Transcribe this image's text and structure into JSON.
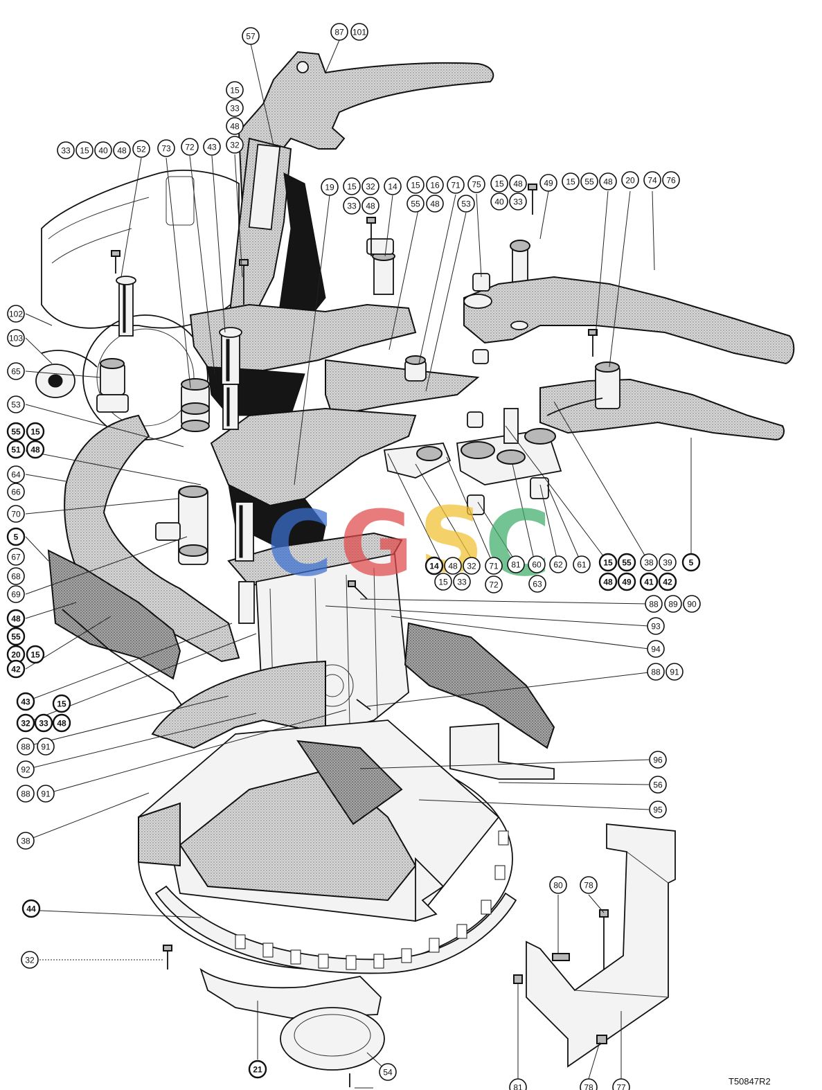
{
  "document": {
    "reference_code": "T50847R2",
    "watermark_letters": [
      "C",
      "G",
      "S",
      "C"
    ],
    "watermark_colors": [
      "#3b6fd0",
      "#e04a4a",
      "#f2c230",
      "#3fae6a"
    ]
  },
  "callouts": [
    {
      "id": "c-87",
      "text": "87"
    },
    {
      "id": "c-101",
      "text": "101"
    },
    {
      "id": "c-57",
      "text": "57"
    },
    {
      "id": "c-15a",
      "text": "15"
    },
    {
      "id": "c-33a",
      "text": "33"
    },
    {
      "id": "c-48a",
      "text": "48"
    },
    {
      "id": "c-32a",
      "text": "32"
    },
    {
      "id": "c-33b",
      "text": "33"
    },
    {
      "id": "c-15b",
      "text": "15"
    },
    {
      "id": "c-40a",
      "text": "40"
    },
    {
      "id": "c-48b",
      "text": "48"
    },
    {
      "id": "c-52",
      "text": "52"
    },
    {
      "id": "c-73",
      "text": "73"
    },
    {
      "id": "c-72a",
      "text": "72"
    },
    {
      "id": "c-43a",
      "text": "43"
    },
    {
      "id": "c-19",
      "text": "19"
    },
    {
      "id": "c-15c",
      "text": "15"
    },
    {
      "id": "c-32b",
      "text": "32"
    },
    {
      "id": "c-33c",
      "text": "33"
    },
    {
      "id": "c-48c",
      "text": "48"
    },
    {
      "id": "c-14a",
      "text": "14"
    },
    {
      "id": "c-15d",
      "text": "15"
    },
    {
      "id": "c-16",
      "text": "16"
    },
    {
      "id": "c-55a",
      "text": "55"
    },
    {
      "id": "c-48d",
      "text": "48"
    },
    {
      "id": "c-71a",
      "text": "71"
    },
    {
      "id": "c-75",
      "text": "75"
    },
    {
      "id": "c-53a",
      "text": "53"
    },
    {
      "id": "c-15e",
      "text": "15"
    },
    {
      "id": "c-48e",
      "text": "48"
    },
    {
      "id": "c-40b",
      "text": "40"
    },
    {
      "id": "c-33d",
      "text": "33"
    },
    {
      "id": "c-49a",
      "text": "49"
    },
    {
      "id": "c-15f",
      "text": "15"
    },
    {
      "id": "c-55b",
      "text": "55"
    },
    {
      "id": "c-48f",
      "text": "48"
    },
    {
      "id": "c-20a",
      "text": "20"
    },
    {
      "id": "c-74",
      "text": "74"
    },
    {
      "id": "c-76",
      "text": "76"
    },
    {
      "id": "c-102",
      "text": "102"
    },
    {
      "id": "c-103",
      "text": "103"
    },
    {
      "id": "c-65",
      "text": "65"
    },
    {
      "id": "c-53b",
      "text": "53"
    },
    {
      "id": "c-55c",
      "text": "55"
    },
    {
      "id": "c-15g",
      "text": "15"
    },
    {
      "id": "c-51",
      "text": "51"
    },
    {
      "id": "c-48g",
      "text": "48"
    },
    {
      "id": "c-64",
      "text": "64"
    },
    {
      "id": "c-66",
      "text": "66"
    },
    {
      "id": "c-70",
      "text": "70"
    },
    {
      "id": "c-5a",
      "text": "5"
    },
    {
      "id": "c-67",
      "text": "67"
    },
    {
      "id": "c-68",
      "text": "68"
    },
    {
      "id": "c-69",
      "text": "69"
    },
    {
      "id": "c-48h",
      "text": "48"
    },
    {
      "id": "c-55d",
      "text": "55"
    },
    {
      "id": "c-20b",
      "text": "20"
    },
    {
      "id": "c-15h",
      "text": "15"
    },
    {
      "id": "c-42a",
      "text": "42"
    },
    {
      "id": "c-43b",
      "text": "43"
    },
    {
      "id": "c-15i",
      "text": "15"
    },
    {
      "id": "c-32c",
      "text": "32"
    },
    {
      "id": "c-33e",
      "text": "33"
    },
    {
      "id": "c-48i",
      "text": "48"
    },
    {
      "id": "c-88a",
      "text": "88"
    },
    {
      "id": "c-91a",
      "text": "91"
    },
    {
      "id": "c-92",
      "text": "92"
    },
    {
      "id": "c-88b",
      "text": "88"
    },
    {
      "id": "c-91b",
      "text": "91"
    },
    {
      "id": "c-38",
      "text": "38"
    },
    {
      "id": "c-44",
      "text": "44"
    },
    {
      "id": "c-32d",
      "text": "32"
    },
    {
      "id": "c-21",
      "text": "21"
    },
    {
      "id": "c-54",
      "text": "54"
    },
    {
      "id": "c-14b",
      "text": "14"
    },
    {
      "id": "c-48j",
      "text": "48"
    },
    {
      "id": "c-32e",
      "text": "32"
    },
    {
      "id": "c-15j",
      "text": "15"
    },
    {
      "id": "c-33f",
      "text": "33"
    },
    {
      "id": "c-72b",
      "text": "72"
    },
    {
      "id": "c-71b",
      "text": "71"
    },
    {
      "id": "c-81a",
      "text": "81"
    },
    {
      "id": "c-60",
      "text": "60"
    },
    {
      "id": "c-62",
      "text": "62"
    },
    {
      "id": "c-61",
      "text": "61"
    },
    {
      "id": "c-63",
      "text": "63"
    },
    {
      "id": "c-15k",
      "text": "15"
    },
    {
      "id": "c-55e",
      "text": "55"
    },
    {
      "id": "c-38b",
      "text": "38"
    },
    {
      "id": "c-39",
      "text": "39"
    },
    {
      "id": "c-48k",
      "text": "48"
    },
    {
      "id": "c-49b",
      "text": "49"
    },
    {
      "id": "c-41",
      "text": "41"
    },
    {
      "id": "c-42b",
      "text": "42"
    },
    {
      "id": "c-5b",
      "text": "5"
    },
    {
      "id": "c-88c",
      "text": "88"
    },
    {
      "id": "c-89",
      "text": "89"
    },
    {
      "id": "c-90",
      "text": "90"
    },
    {
      "id": "c-93",
      "text": "93"
    },
    {
      "id": "c-94",
      "text": "94"
    },
    {
      "id": "c-88d",
      "text": "88"
    },
    {
      "id": "c-91c",
      "text": "91"
    },
    {
      "id": "c-96",
      "text": "96"
    },
    {
      "id": "c-56",
      "text": "56"
    },
    {
      "id": "c-95",
      "text": "95"
    },
    {
      "id": "c-80",
      "text": "80"
    },
    {
      "id": "c-78a",
      "text": "78"
    },
    {
      "id": "c-81b",
      "text": "81"
    },
    {
      "id": "c-78b",
      "text": "78"
    },
    {
      "id": "c-77",
      "text": "77"
    }
  ]
}
